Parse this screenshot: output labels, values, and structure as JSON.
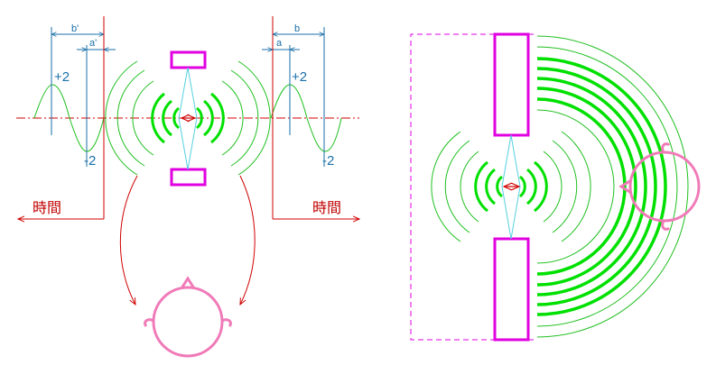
{
  "labels": {
    "left_period": "b'",
    "left_offset": "a'",
    "right_period": "b",
    "right_offset": "a",
    "plus_two": "+2",
    "minus_two": "-2",
    "time": "時間"
  },
  "colors": {
    "wave_thick": "#00e000",
    "wave_thin": "#20c020",
    "magenta": "#e000e0",
    "axis_red": "#d00000",
    "blue_lines": "#1a6fa8",
    "ear_pink": "#f07ab8",
    "cyan": "#55d0e0"
  },
  "icons": [
    "head-icon",
    "ear-icon",
    "speaker-box-icon",
    "red-arrow-icon"
  ]
}
